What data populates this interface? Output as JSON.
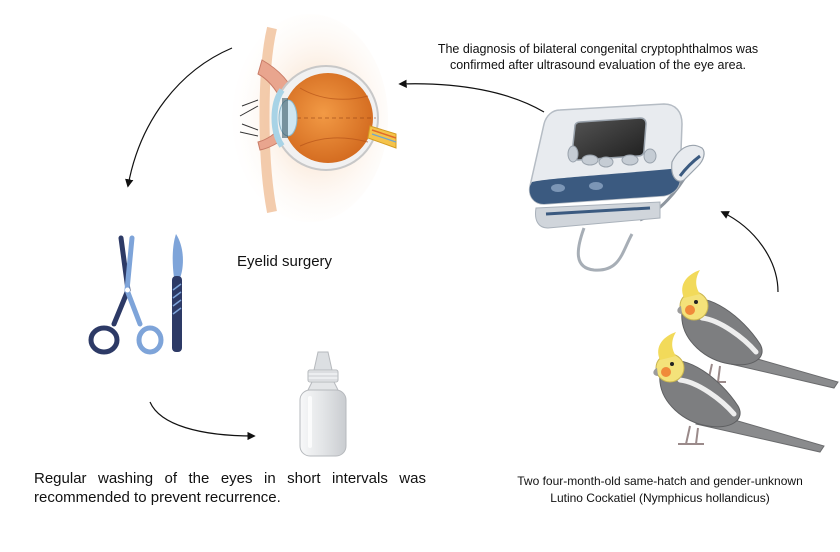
{
  "colors": {
    "arrow": "#111111",
    "eye_orange": "#e8802f",
    "eye_white": "#f1f1f1",
    "skin": "#f3c8a4",
    "eyelid": "#e9a58e",
    "nerve_yellow": "#f5c34a",
    "cornea_blue": "#a8d3e6",
    "instrument_dark": "#2d3a66",
    "instrument_light": "#7ea4d9",
    "device_body": "#e8ebef",
    "device_navy": "#3b5a80",
    "bottle": "#e6e8ea",
    "bird_body": "#7d7e80",
    "bird_head": "#f4e27a",
    "bird_cheek": "#f08a3a",
    "bird_wing": "#eeeeee"
  },
  "icons": [
    "eye-anatomy-icon",
    "scissors-icon",
    "scalpel-icon",
    "eye-drop-bottle-icon",
    "ultrasound-device-icon",
    "cockatiel-bird-icon"
  ],
  "labels": {
    "diagnosis": "The diagnosis of bilateral congenital cryptophthalmos was confirmed after ultrasound evaluation of the eye area.",
    "surgery": "Eyelid surgery",
    "washing": "Regular washing of the eyes in short intervals was recommended to prevent recurrence.",
    "birds_line1": "Two four-month-old same-hatch and gender-unknown",
    "birds_line2": "Lutino Cockatiel (Nymphicus hollandicus)"
  }
}
